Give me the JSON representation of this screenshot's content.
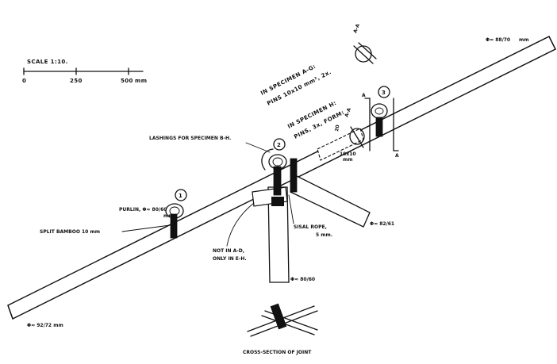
{
  "scale": {
    "title": "SCALE 1:10.",
    "ticks": [
      "0",
      "250",
      "500",
      "mm"
    ]
  },
  "labels": {
    "specimen_ag_line1": "IN SPECIMEN A-G:",
    "specimen_ag_line2": "PINS 10x10 mm², 2x.",
    "section_aa_top": "A-A",
    "specimen_hi_line1": "IN SPECIMEN H:",
    "specimen_hi_line2": "PINS, 3x, FORM:",
    "section_aa_mid": "A-A",
    "dim_20": "20",
    "dim_10x10": "10x10",
    "dim_mm": "mm",
    "lashings": "LASHINGS FOR SPECIMEN B-H.",
    "purlin_line1": "PURLIN, Φ≈ 80/60",
    "purlin_line2": "mm",
    "split_bamboo": "SPLIT BAMBOO 10 mm",
    "not_in_ad_line1": "NOT IN A-D,",
    "not_in_ad_line2": "ONLY IN E-H.",
    "sisal_line1": "SISAL ROPE,",
    "sisal_line2": "5 mm.",
    "dia_top_right": "Φ≈ 88/70",
    "dia_top_right_unit": "mm",
    "dia_branch": "Φ≈ 82/61",
    "dia_post": "Φ≈ 80/60",
    "dia_bottom_left": "Φ≈ 92/72 mm",
    "cross_section_title": "CROSS-SECTION OF JOINT"
  },
  "markers": {
    "m1": "1",
    "m2": "2",
    "m3": "3",
    "a_left": "A",
    "a_right": "A"
  }
}
